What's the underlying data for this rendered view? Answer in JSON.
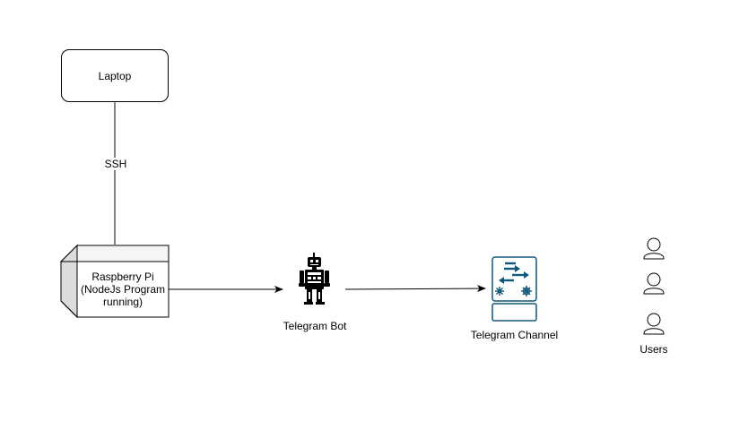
{
  "nodes": {
    "laptop": {
      "label": "Laptop"
    },
    "raspberry_pi": {
      "label": "Raspberry Pi\n(NodeJs Program\nrunning)"
    },
    "telegram_bot": {
      "label": "Telegram Bot",
      "icon": "robot-icon"
    },
    "telegram_channel": {
      "label": "Telegram Channel",
      "icon": "network-switch-icon"
    },
    "users": {
      "label": "Users",
      "icon": "user-icon"
    }
  },
  "edges": {
    "laptop_pi": {
      "label": "SSH"
    }
  },
  "colors": {
    "line": "#000000",
    "channel_stroke": "#10587b"
  }
}
